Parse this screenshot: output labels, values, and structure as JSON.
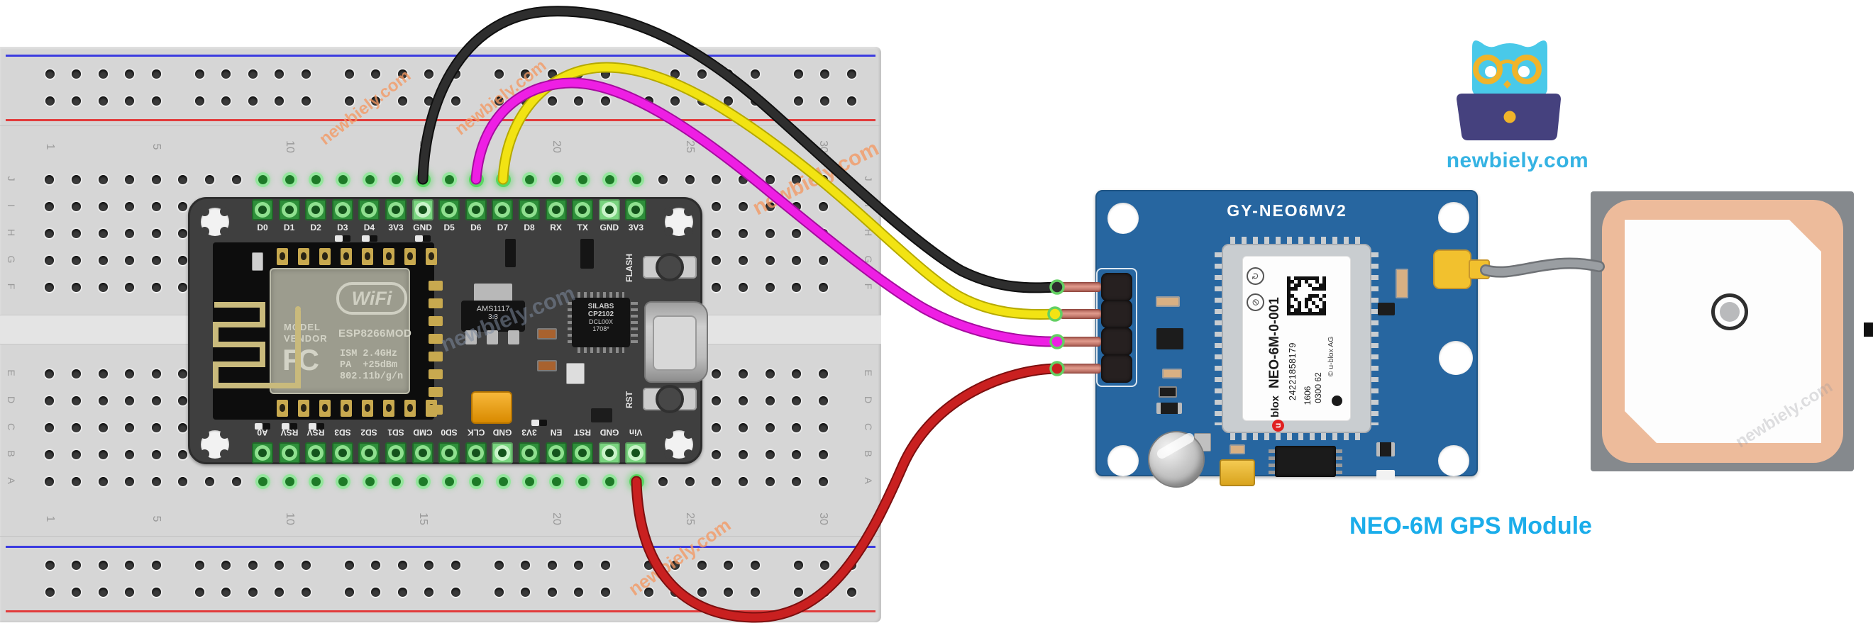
{
  "site": {
    "name": "newbiely.com"
  },
  "watermark": {
    "text": "newbiely.com"
  },
  "caption": {
    "text": "NEO-6M GPS Module"
  },
  "colors": {
    "caption": "#1badea",
    "logo_text": "#35b3e3",
    "owl": "#49c9e9",
    "glasses": "#f0b42a",
    "laptop": "#45417e",
    "gps_board": "#2766a0",
    "breadboard": "#d6d6d6",
    "antenna_patch": "#edbb9b",
    "wire_black": "#2e2e2e",
    "wire_yellow": "#f2e313",
    "wire_magenta": "#ee1fe4",
    "wire_red": "#c92020"
  },
  "breadboard": {
    "column_numbers": [
      "1",
      "5",
      "10",
      "15",
      "20",
      "25",
      "30"
    ],
    "row_letters_top": [
      "J",
      "I",
      "H",
      "G",
      "F"
    ],
    "row_letters_bottom": [
      "E",
      "D",
      "C",
      "B",
      "A"
    ]
  },
  "nodemcu": {
    "top_pins": [
      "D0",
      "D1",
      "D2",
      "D3",
      "D4",
      "3V3",
      "GND",
      "D5",
      "D6",
      "D7",
      "D8",
      "RX",
      "TX",
      "GND",
      "3V3"
    ],
    "bottom_pins": [
      "A0",
      "RSV",
      "RSV",
      "SD3",
      "SD2",
      "SD1",
      "CMD",
      "SD0",
      "CLK",
      "GND",
      "3V3",
      "EN",
      "RST",
      "GND",
      "Vin"
    ],
    "esp": {
      "wifi": "WiFi",
      "model": "MODEL",
      "vendor": "VENDOR",
      "name": "ESP8266MOD",
      "fcc": "FC",
      "specs": [
        "ISM 2.4GHz",
        "PA  +25dBm",
        "802.11b/g/n"
      ]
    },
    "regulator": [
      "AMS1117",
      "3.3"
    ],
    "usb_chip": [
      "SILABS",
      "CP2102",
      "DCL00X",
      "1708*"
    ],
    "flash_button": "FLASH",
    "reset_button": "RST"
  },
  "gps": {
    "board_name": "GY-NEO6MV2",
    "module": {
      "brand": "blox",
      "model": "NEO-6M-0-001",
      "serial": "24221858179",
      "lot": "1606",
      "code": "0300 62",
      "maker": "© u-blox AG"
    }
  },
  "wires": [
    {
      "name": "gnd-wire",
      "color": "#2e2e2e",
      "outline": "#0f0f0f"
    },
    {
      "name": "tx-wire",
      "color": "#f2e313",
      "outline": "#b5a900"
    },
    {
      "name": "rx-wire",
      "color": "#ee1fe4",
      "outline": "#a50c9e"
    },
    {
      "name": "power-wire",
      "color": "#c92020",
      "outline": "#7c0f0f"
    }
  ]
}
